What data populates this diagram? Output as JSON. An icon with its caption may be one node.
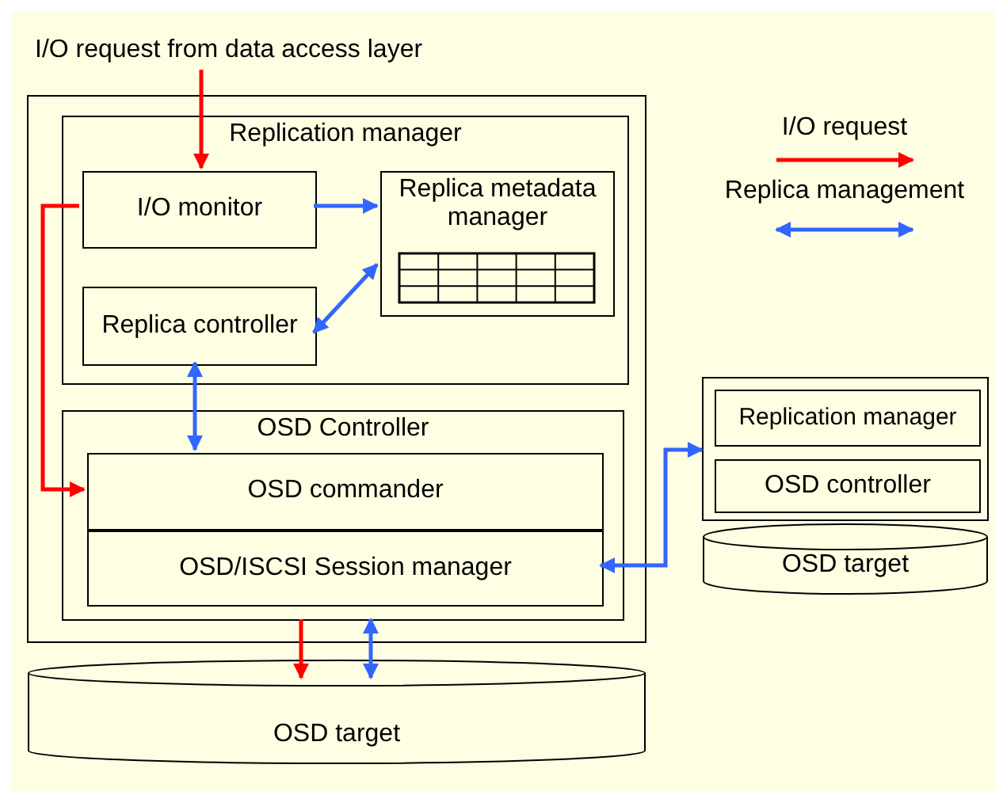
{
  "diagram": {
    "nodes": [
      {
        "text": [
          "I/O request from data access layer"
        ]
      },
      {
        "text": [],
        "shape": "box"
      },
      {
        "text": [
          "Replication manager"
        ],
        "in": 1
      },
      {
        "text": [
          "I/O monitor"
        ],
        "in": 2
      },
      {
        "text": [
          "Replica metadata manager"
        ],
        "in": 2
      },
      {
        "text": [
          "Replica controller"
        ],
        "in": 2
      },
      {
        "text": [
          "OSD Controller"
        ],
        "in": 1
      },
      {
        "text": [
          "OSD commander"
        ],
        "in": 6
      },
      {
        "text": [
          "OSD/ISCSI Session manager"
        ],
        "in": 6
      },
      {
        "text": [
          "OSD target"
        ]
      },
      {
        "text": [],
        "shape": "box"
      },
      {
        "text": [
          "Replication manager"
        ],
        "in": 10
      },
      {
        "text": [
          "OSD controller"
        ],
        "in": 10
      },
      {
        "text": [
          "OSD target"
        ]
      }
    ],
    "edges": [
      {
        "from": 0,
        "to": 3,
        "arrow": "to",
        "color": "#ff0000"
      },
      {
        "from": 3,
        "to": 7,
        "arrow": "to",
        "color": "#ff0000"
      },
      {
        "from": 3,
        "to": 4,
        "arrow": "to"
      },
      {
        "from": 5,
        "to": 4,
        "arrow": "both"
      },
      {
        "from": 5,
        "to": 7,
        "arrow": "both"
      },
      {
        "from": 8,
        "to": 10,
        "arrow": "both"
      },
      {
        "from": 6,
        "to": 9,
        "arrow": "to",
        "color": "#ff0000"
      },
      {
        "from": 6,
        "to": 9,
        "arrow": "both"
      }
    ],
    "legend": [
      {
        "text": "I/O request"
      },
      {
        "text": "Replica management"
      }
    ]
  }
}
